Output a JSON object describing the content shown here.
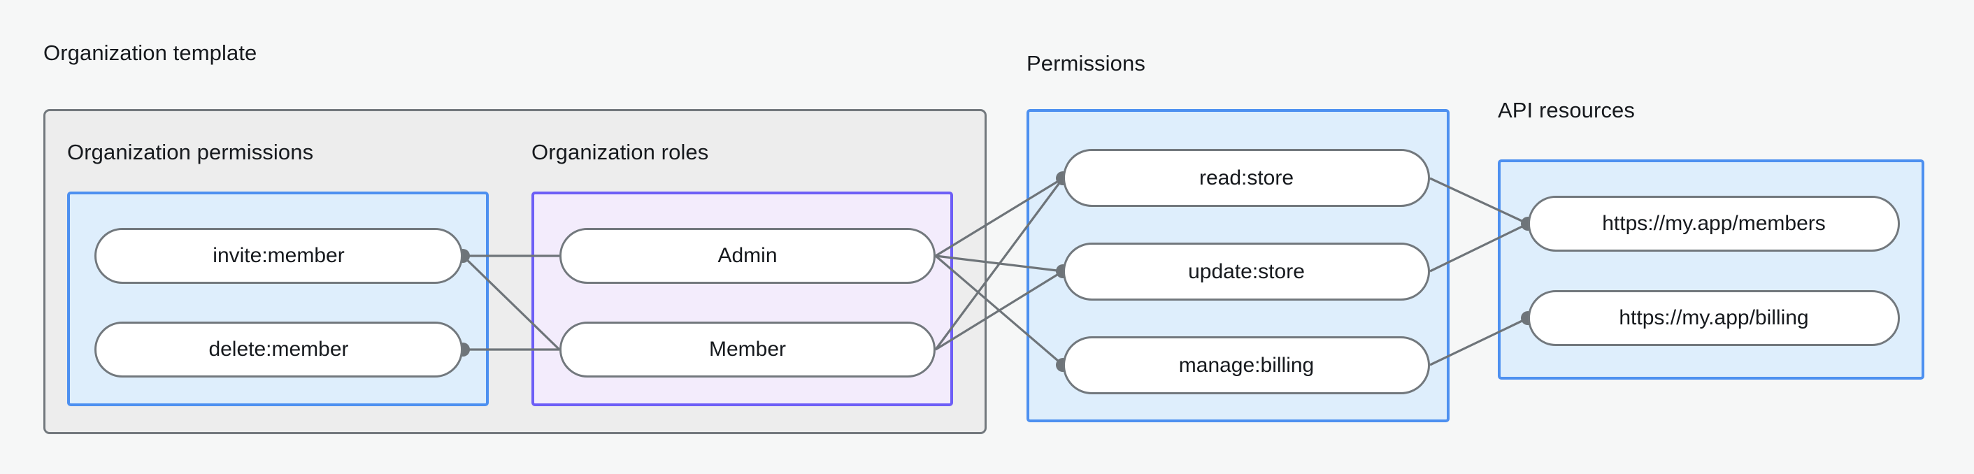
{
  "colors": {
    "background": "#f6f7f7",
    "gray_border": "#72787d",
    "gray_fill": "#ededed",
    "blue_border": "#4d90f0",
    "blue_fill": "#deeefc",
    "purple_border": "#6d5ef6",
    "purple_fill": "#f3ecfc",
    "node_border": "#72787d",
    "node_fill": "#ffffff",
    "edge": "#6e7479",
    "text": "#16191d"
  },
  "groups": {
    "organization_template": {
      "title": "Organization template"
    },
    "organization_permissions": {
      "title": "Organization permissions"
    },
    "organization_roles": {
      "title": "Organization roles"
    },
    "permissions": {
      "title": "Permissions"
    },
    "api_resources": {
      "title": "API resources"
    }
  },
  "nodes": {
    "org_permissions": [
      {
        "id": "invite-member",
        "label": "invite:member"
      },
      {
        "id": "delete-member",
        "label": "delete:member"
      }
    ],
    "org_roles": [
      {
        "id": "admin",
        "label": "Admin"
      },
      {
        "id": "member",
        "label": "Member"
      }
    ],
    "permissions": [
      {
        "id": "read-store",
        "label": "read:store"
      },
      {
        "id": "update-store",
        "label": "update:store"
      },
      {
        "id": "manage-billing",
        "label": "manage:billing"
      }
    ],
    "api_resources": [
      {
        "id": "members-url",
        "label": "https://my.app/members"
      },
      {
        "id": "billing-url",
        "label": "https://my.app/billing"
      }
    ]
  },
  "edges": [
    {
      "from": "invite-member",
      "to": "admin"
    },
    {
      "from": "invite-member",
      "to": "member"
    },
    {
      "from": "delete-member",
      "to": "member"
    },
    {
      "from": "admin",
      "to": "read-store"
    },
    {
      "from": "admin",
      "to": "update-store"
    },
    {
      "from": "admin",
      "to": "manage-billing"
    },
    {
      "from": "member",
      "to": "read-store"
    },
    {
      "from": "member",
      "to": "update-store"
    },
    {
      "from": "read-store",
      "to": "members-url"
    },
    {
      "from": "update-store",
      "to": "members-url"
    },
    {
      "from": "manage-billing",
      "to": "billing-url"
    }
  ]
}
